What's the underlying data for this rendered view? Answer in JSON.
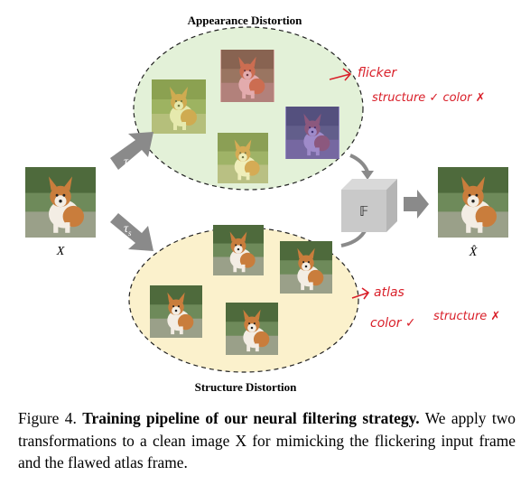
{
  "figure": {
    "appearance_title": "Appearance Distortion",
    "structure_title": "Structure Distortion",
    "tau_a": "τ",
    "tau_a_sub": "a",
    "tau_s": "τ",
    "tau_s_sub": "s",
    "filter_label": "𝔽",
    "input_label": "X",
    "output_label": "X̂",
    "annotations": {
      "top_line1": "flicker",
      "top_line2": "structure ✓ color ✗",
      "bottom_line1": "atlas",
      "bottom_line2": "color ✓",
      "bottom_line3": "structure ✗"
    },
    "colors": {
      "appearance_fill": "#e3f1d8",
      "structure_fill": "#fbf1cc",
      "arrow_gray": "#8a8a8a",
      "annotation_red": "#d9202a"
    }
  },
  "caption": {
    "label": "Figure 4.",
    "title": "Training pipeline of our neural filtering strategy.",
    "body": "We apply two transformations to a clean image X for mimicking the flickering input frame and the flawed atlas frame."
  }
}
